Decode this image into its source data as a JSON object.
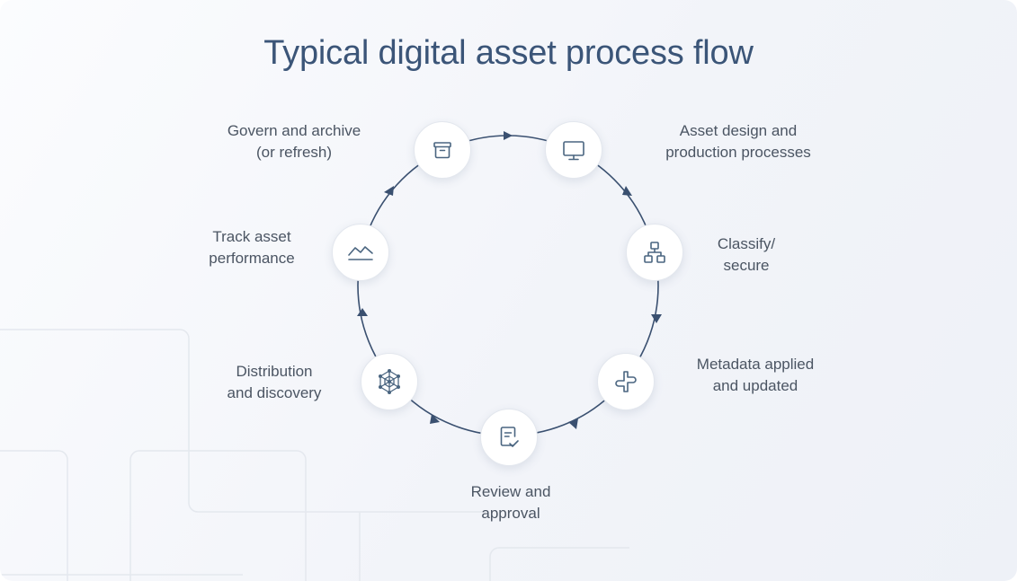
{
  "title": "Typical digital asset process flow",
  "steps": [
    {
      "lines": [
        "Asset design and",
        "production processes"
      ],
      "icon": "monitor-icon"
    },
    {
      "lines": [
        "Classify/",
        "secure"
      ],
      "icon": "hierarchy-icon"
    },
    {
      "lines": [
        "Metadata applied",
        "and updated"
      ],
      "icon": "connector-icon"
    },
    {
      "lines": [
        "Review and",
        "approval"
      ],
      "icon": "document-check-icon"
    },
    {
      "lines": [
        "Distribution",
        "and discovery"
      ],
      "icon": "network-icon"
    },
    {
      "lines": [
        "Track asset",
        "performance"
      ],
      "icon": "line-chart-icon"
    },
    {
      "lines": [
        "Govern and archive",
        "(or refresh)"
      ],
      "icon": "archive-box-icon"
    }
  ],
  "colors": {
    "title": "#3b5578",
    "ring": "#3a5070",
    "icon": "#4a6580",
    "label": "#4b5563"
  }
}
